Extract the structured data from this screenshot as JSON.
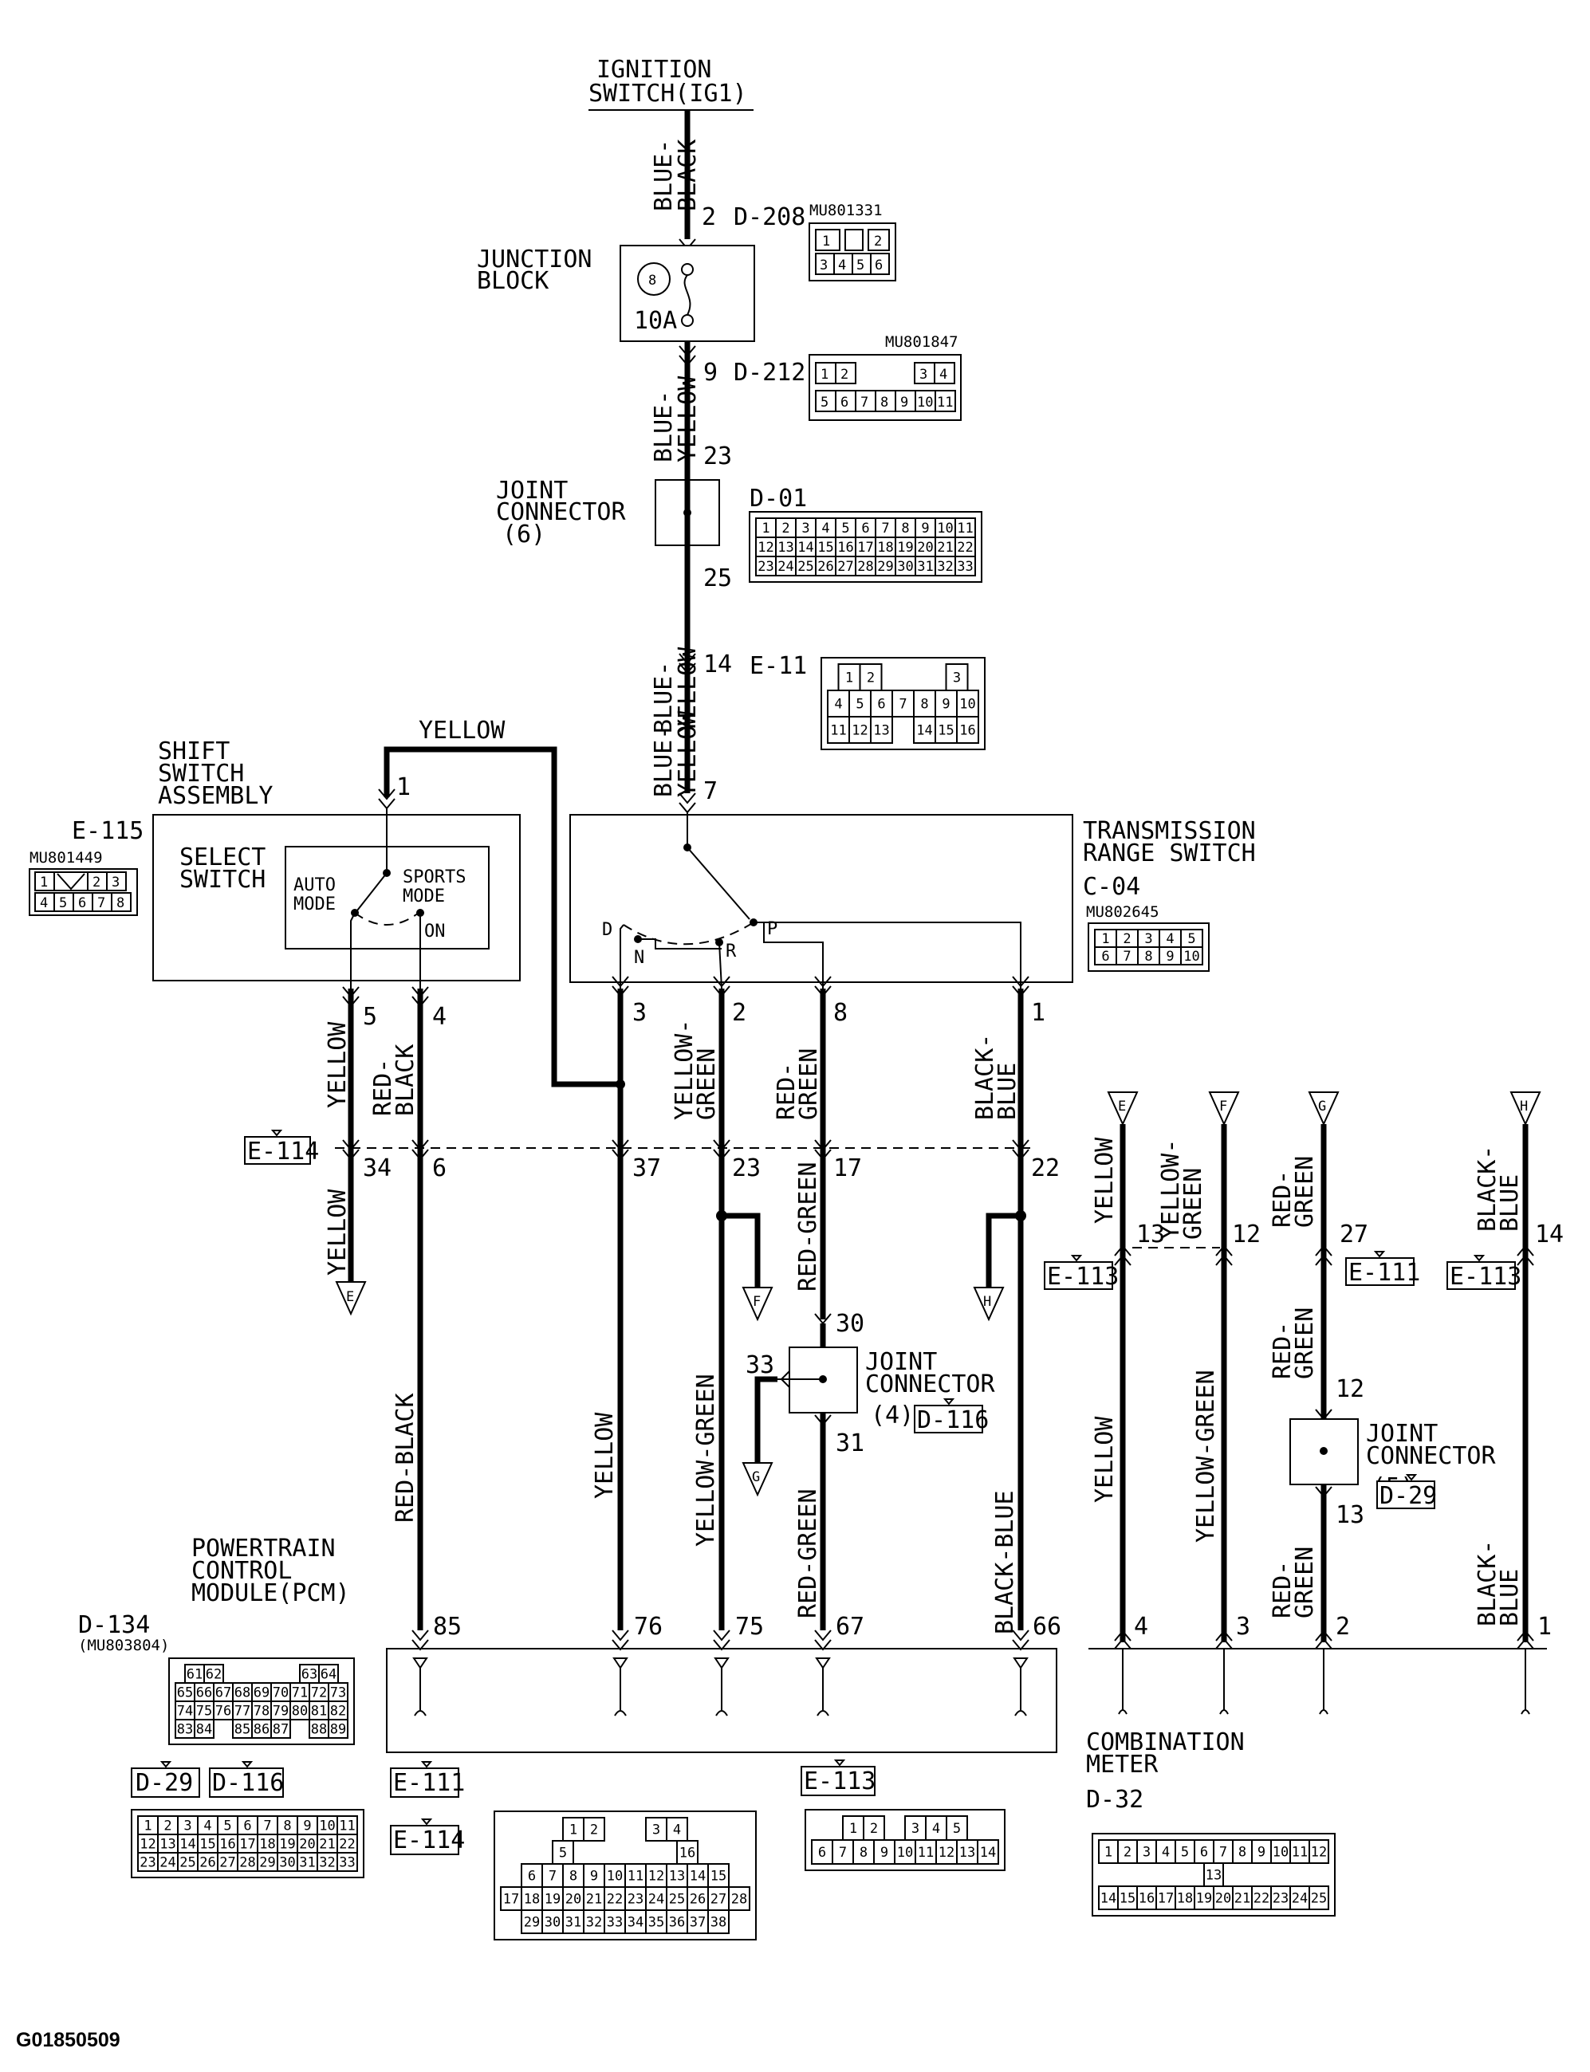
{
  "top": {
    "ignition": [
      "IGNITION",
      "SWITCH(IG1)"
    ]
  },
  "blocks": {
    "junction_block": {
      "label": [
        "JUNCTION",
        "BLOCK"
      ],
      "fuse_number": "8",
      "fuse_rating": "10A"
    },
    "joint_connector_6": {
      "label": [
        "JOINT",
        "CONNECTOR",
        "(6)"
      ]
    },
    "shift_switch": {
      "label": [
        "SHIFT",
        "SWITCH",
        "ASSEMBLY"
      ],
      "select": [
        "SELECT",
        "SWITCH"
      ],
      "auto": [
        "AUTO",
        "MODE"
      ],
      "sports": [
        "SPORTS",
        "MODE"
      ],
      "on": "ON"
    },
    "trs": {
      "label": [
        "TRANSMISSION",
        "RANGE SWITCH"
      ],
      "positions": {
        "d": "D",
        "n": "N",
        "r": "R",
        "p": "P"
      }
    },
    "joint_connector_4": {
      "label": [
        "JOINT",
        "CONNECTOR",
        "(4)"
      ]
    },
    "joint_connector_5": {
      "label": [
        "JOINT",
        "CONNECTOR",
        "(5)"
      ]
    },
    "pcm": {
      "label": [
        "POWERTRAIN",
        "CONTROL",
        "MODULE(PCM)"
      ]
    },
    "meter": {
      "label": [
        "COMBINATION",
        "METER"
      ]
    }
  },
  "connectors": {
    "d208": {
      "id": "D-208",
      "part": "MU801331",
      "rows": [
        [
          "1",
          "",
          "2"
        ],
        [
          "3",
          "4",
          "5",
          "6"
        ]
      ]
    },
    "d212": {
      "id": "D-212",
      "part": "MU801847",
      "rows": [
        [
          "1",
          "2",
          "",
          "",
          "3",
          "4"
        ],
        [
          "5",
          "6",
          "7",
          "8",
          "9",
          "10",
          "11"
        ]
      ]
    },
    "d01": {
      "id": "D-01",
      "rows": [
        [
          "1",
          "2",
          "3",
          "4",
          "5",
          "6",
          "7",
          "8",
          "9",
          "10",
          "11"
        ],
        [
          "12",
          "13",
          "14",
          "15",
          "16",
          "17",
          "18",
          "19",
          "20",
          "21",
          "22"
        ],
        [
          "23",
          "24",
          "25",
          "26",
          "27",
          "28",
          "29",
          "30",
          "31",
          "32",
          "33"
        ]
      ]
    },
    "e11": {
      "id": "E-11",
      "rows": [
        [
          "1",
          "2",
          "",
          "",
          "",
          "3"
        ],
        [
          "4",
          "5",
          "6",
          "7",
          "8",
          "9",
          "10"
        ],
        [
          "11",
          "12",
          "13",
          "",
          "14",
          "15",
          "16"
        ]
      ]
    },
    "e115": {
      "id": "E-115",
      "part": "MU801449",
      "rows": [
        [
          "1",
          "",
          "2",
          "3"
        ],
        [
          "4",
          "5",
          "6",
          "7",
          "8"
        ]
      ]
    },
    "c04": {
      "id": "C-04",
      "part": "MU802645",
      "rows": [
        [
          "1",
          "2",
          "3",
          "4",
          "5"
        ],
        [
          "6",
          "7",
          "8",
          "9",
          "10"
        ]
      ]
    },
    "d134": {
      "id": "D-134",
      "part": "(MU803804)",
      "rows": [
        [
          "61",
          "62",
          "",
          "",
          "",
          "",
          "63",
          "64"
        ],
        [
          "65",
          "66",
          "67",
          "68",
          "69",
          "70",
          "71",
          "72",
          "73"
        ],
        [
          "74",
          "75",
          "76",
          "77",
          "78",
          "79",
          "80",
          "81",
          "82"
        ],
        [
          "83",
          "84",
          "",
          "85",
          "86",
          "87",
          "",
          "88",
          "89"
        ]
      ]
    },
    "d29_d116": {
      "rows": [
        [
          "1",
          "2",
          "3",
          "4",
          "5",
          "6",
          "7",
          "8",
          "9",
          "10",
          "11"
        ],
        [
          "12",
          "13",
          "14",
          "15",
          "16",
          "17",
          "18",
          "19",
          "20",
          "21",
          "22"
        ],
        [
          "23",
          "24",
          "25",
          "26",
          "27",
          "28",
          "29",
          "30",
          "31",
          "32",
          "33"
        ]
      ]
    },
    "e111_e114": {
      "rows": [
        [
          "1",
          "2",
          "",
          "",
          "3",
          "4"
        ],
        [
          "5",
          "",
          "",
          "",
          "",
          "",
          "16"
        ],
        [
          "6",
          "7",
          "8",
          "9",
          "10",
          "11",
          "12",
          "13",
          "14",
          "15"
        ],
        [
          "17",
          "18",
          "19",
          "20",
          "21",
          "22",
          "23",
          "24",
          "25",
          "26",
          "27",
          "28"
        ],
        [
          "29",
          "30",
          "31",
          "32",
          "33",
          "34",
          "35",
          "36",
          "37",
          "38"
        ]
      ]
    },
    "e113": {
      "rows": [
        [
          "1",
          "2",
          "",
          "3",
          "4",
          "5"
        ],
        [
          "6",
          "7",
          "8",
          "9",
          "10",
          "11",
          "12",
          "13",
          "14"
        ]
      ]
    },
    "d32": {
      "id": "D-32",
      "rows": [
        [
          "1",
          "2",
          "3",
          "4",
          "5",
          "6",
          "7",
          "8",
          "9",
          "10",
          "11",
          "12"
        ],
        [
          "13"
        ],
        [
          "14",
          "15",
          "16",
          "17",
          "18",
          "19",
          "20",
          "21",
          "22",
          "23",
          "24",
          "25"
        ]
      ]
    }
  },
  "tags": {
    "e114": "E-114",
    "e113": "E-113",
    "e111": "E-111",
    "d116": "D-116",
    "d29": "D-29"
  },
  "wires": {
    "blue_black": [
      "BLUE-",
      "BLACK"
    ],
    "blue_yellow": [
      "BLUE-",
      "YELLOW"
    ],
    "yellow": "YELLOW",
    "red_black": [
      "RED-",
      "BLACK"
    ],
    "yellow_green": [
      "YELLOW-",
      "GREEN"
    ],
    "red_green": [
      "RED-",
      "GREEN"
    ],
    "black_blue": [
      "BLACK-",
      "BLUE"
    ],
    "red_black_single": "RED-BLACK",
    "yellow_green_single": "YELLOW-GREEN",
    "red_green_single": "RED-GREEN",
    "black_blue_single": "BLACK-BLUE"
  },
  "pins": {
    "p2": "2",
    "p9": "9",
    "p23": "23",
    "p25": "25",
    "p14": "14",
    "p7": "7",
    "p1": "1",
    "p5": "5",
    "p4": "4",
    "p3": "3",
    "p8": "8",
    "p34": "34",
    "p6": "6",
    "p37": "37",
    "p17": "17",
    "p22": "22",
    "p13": "13",
    "p12": "12",
    "p27": "27",
    "p30": "30",
    "p33": "33",
    "p31": "31",
    "p85": "85",
    "p76": "76",
    "p75": "75",
    "p67": "67",
    "p66": "66"
  },
  "flags": {
    "e": "E",
    "f": "F",
    "g": "G",
    "h": "H"
  },
  "figure_id": "G01850509"
}
